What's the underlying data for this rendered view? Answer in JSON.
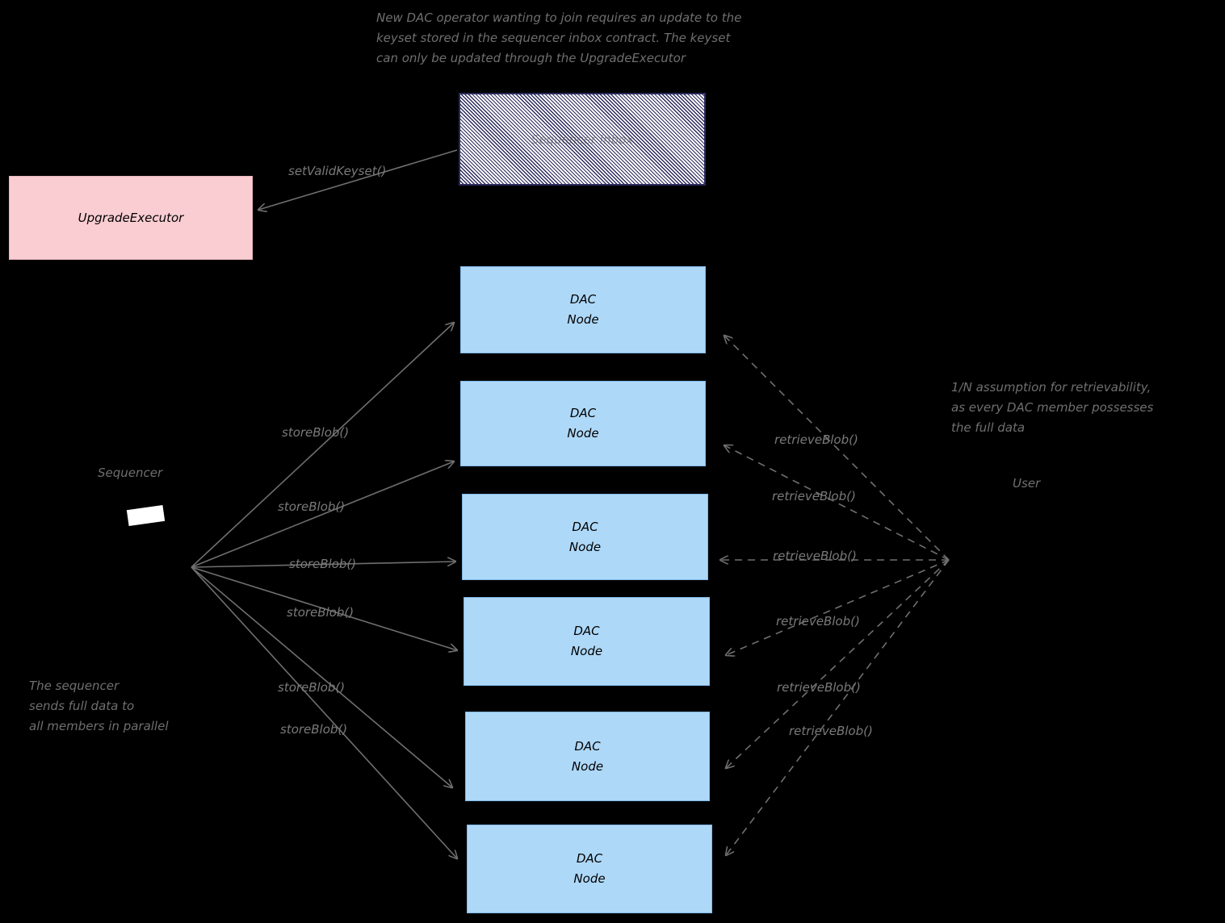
{
  "diagram": {
    "title_note_top": "New DAC operator wanting to join requires an update to the\nkeyset stored in the sequencer inbox contract. The keyset\ncan only be updated through the UpgradeExecutor",
    "note_sequencer": "The sequencer\nsends full data to\nall members in parallel",
    "note_retrievability": "1/N assumption for retrievability,\nas every DAC member possesses\nthe full data",
    "actors": {
      "sequencer": "Sequencer",
      "user": "User"
    },
    "boxes": {
      "upgrade_executor": "UpgradeExecutor",
      "sequencer_inbox": "Sequencer\nInbox",
      "dac_nodes": [
        {
          "line1": "DAC",
          "line2": "Node"
        },
        {
          "line1": "DAC",
          "line2": "Node"
        },
        {
          "line1": "DAC",
          "line2": "Node"
        },
        {
          "line1": "DAC",
          "line2": "Node"
        },
        {
          "line1": "DAC",
          "line2": "Node"
        },
        {
          "line1": "DAC",
          "line2": "Node"
        }
      ]
    },
    "edges": {
      "set_valid_keyset": "setValidKeyset()",
      "store_blob": [
        "storeBlob()",
        "storeBlob()",
        "storeBlob()",
        "storeBlob()",
        "storeBlob()",
        "storeBlob()"
      ],
      "retrieve_blob": [
        "retrieveBlob()",
        "retrieveBlob()",
        "retrieveBlob()",
        "retrieveBlob()",
        "retrieveBlob()",
        "retrieveBlob()"
      ]
    },
    "colors": {
      "background": "#000000",
      "node_fill": "#aed8f8",
      "upgrade_executor_fill": "#f9cdd2",
      "hatch_stroke": "#2b2b5e",
      "edge_stroke": "#6f6f6f",
      "note_text": "#6f6f6f"
    }
  }
}
